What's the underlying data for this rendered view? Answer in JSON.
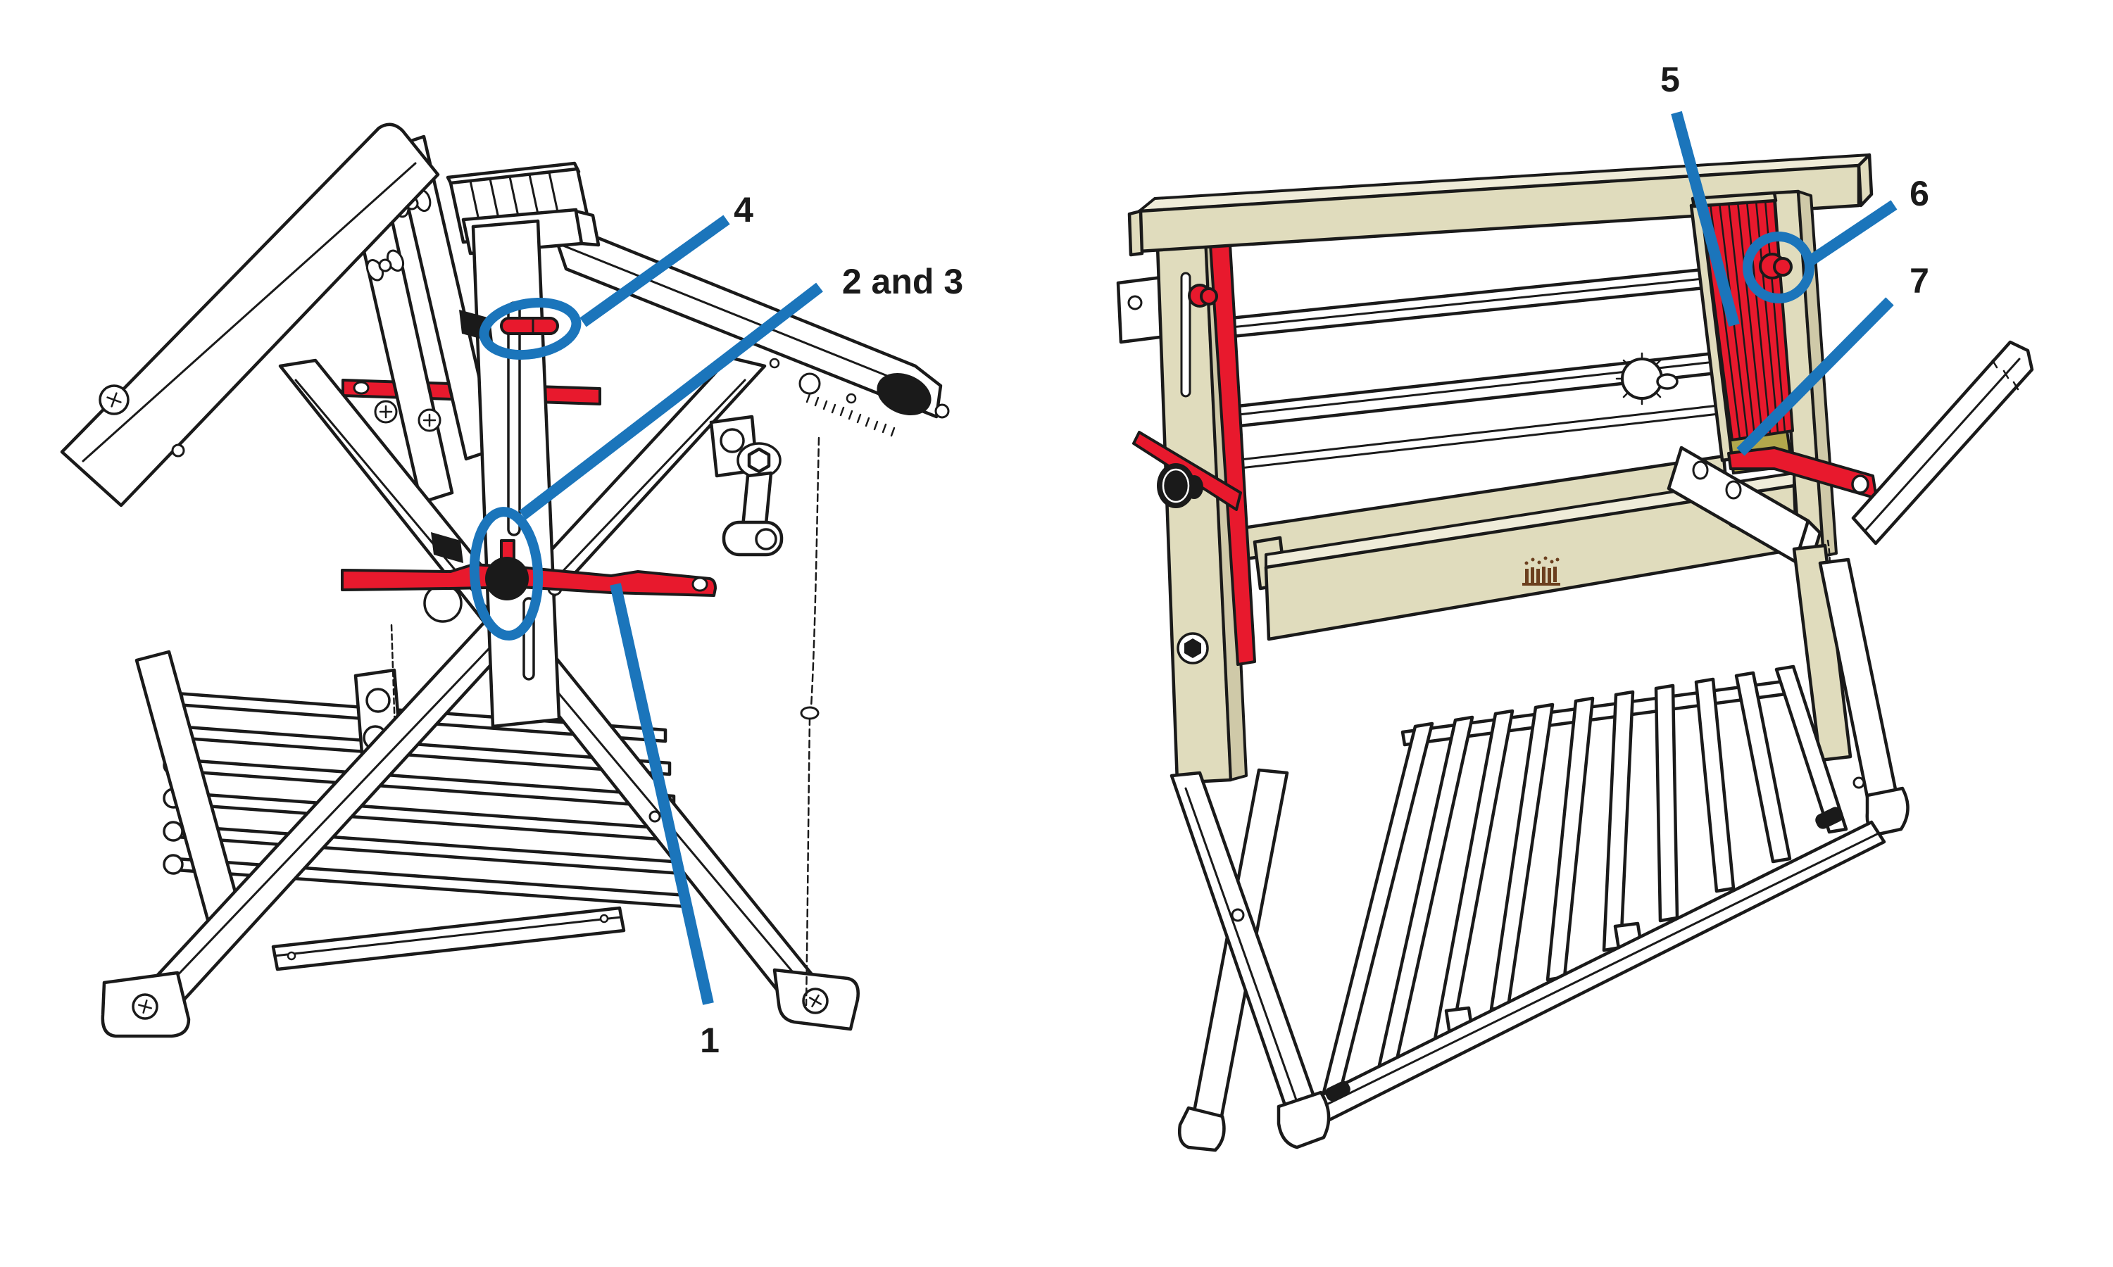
{
  "diagram": {
    "background_color": "#ffffff",
    "colors": {
      "ink": "#1a1a1a",
      "red": "#e8192d",
      "blue": "#1b75bb",
      "cream": "#e0dcbd",
      "cream_light": "#efecd9",
      "cream_dark": "#cfc9a8",
      "olive": "#b2a84c",
      "brown": "#6b3f1e"
    },
    "left_figure": {
      "callouts": [
        {
          "id": "1",
          "label": "1"
        },
        {
          "id": "2-3",
          "label": "2 and 3"
        },
        {
          "id": "4",
          "label": "4"
        }
      ]
    },
    "right_figure": {
      "callouts": [
        {
          "id": "5",
          "label": "5"
        },
        {
          "id": "6",
          "label": "6"
        },
        {
          "id": "7",
          "label": "7"
        }
      ]
    }
  }
}
